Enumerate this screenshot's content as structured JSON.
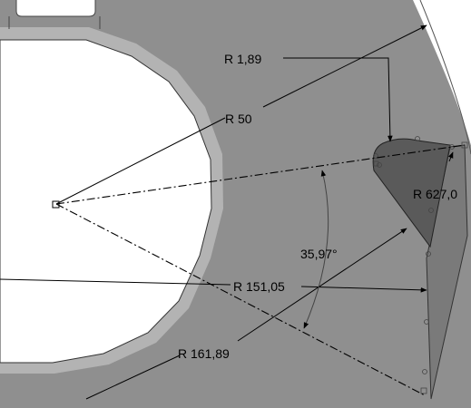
{
  "drawing": {
    "dimensions": {
      "r_fillet": "R 1,89",
      "r_inner": "R 50",
      "r_large": "R 627,0",
      "r_mid": "R 151,05",
      "r_outer": "R 161,89",
      "angle": "35,97°"
    },
    "colors": {
      "background": "#ffffff",
      "plate": "#8f8f8f",
      "rim": "#b3b3b3",
      "tooth": "#5a5a5a",
      "line": "#000000"
    }
  }
}
